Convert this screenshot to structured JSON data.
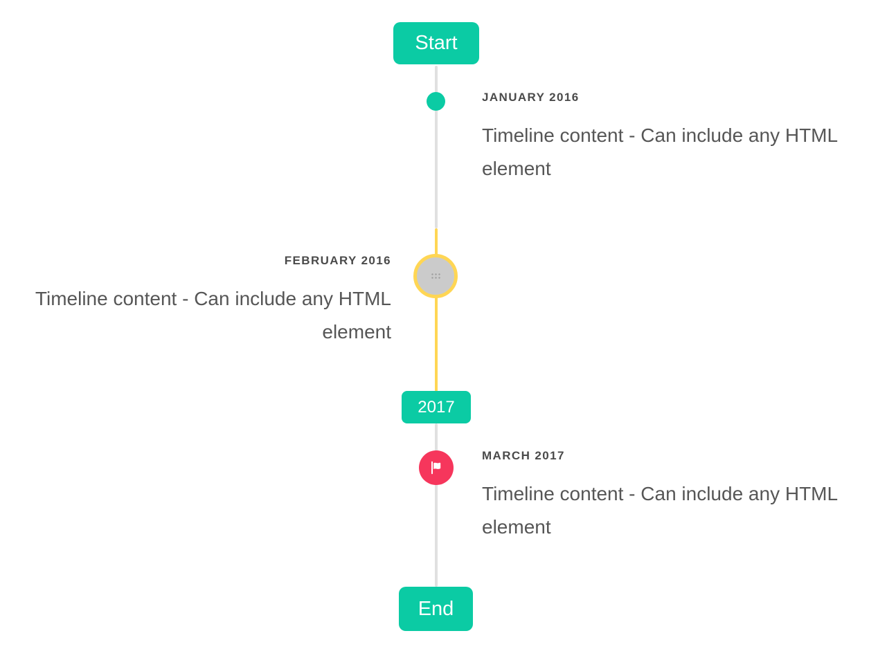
{
  "colors": {
    "accent_teal": "#0bcba4",
    "highlight_yellow": "#ffd654",
    "marker_red": "#f6365c",
    "line_gray": "#e0e0e0",
    "selected_marker_gray": "#cbcbcb",
    "title_text": "#4a4a4a",
    "content_text": "#565656"
  },
  "timeline": {
    "start_label": "Start",
    "end_label": "End",
    "year_badge": "2017",
    "items": [
      {
        "title": "JANUARY 2016",
        "content": "Timeline content - Can include any HTML element",
        "side": "right",
        "marker": "dot"
      },
      {
        "title": "FEBRUARY 2016",
        "content": "Timeline content - Can include any HTML element",
        "side": "left",
        "marker": "drag-handle",
        "state": "selected"
      },
      {
        "title": "MARCH 2017",
        "content": "Timeline content - Can include any HTML element",
        "side": "right",
        "marker": "flag"
      }
    ]
  }
}
